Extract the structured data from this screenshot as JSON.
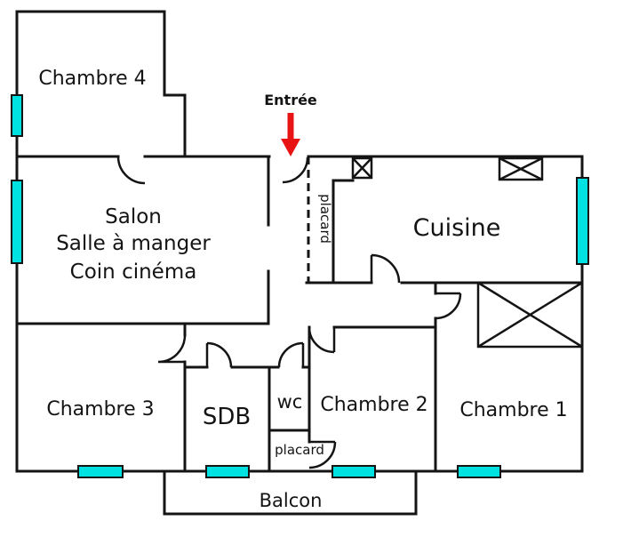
{
  "plan": {
    "rooms": {
      "chambre4": "Chambre 4",
      "salon": [
        "Salon",
        "Salle à manger",
        "Coin cinéma"
      ],
      "cuisine": "Cuisine",
      "chambre3": "Chambre 3",
      "sdb": "SDB",
      "wc": "wc",
      "chambre2": "Chambre 2",
      "chambre1": "Chambre 1",
      "balcon": "Balcon"
    },
    "annotations": {
      "entree": "Entrée",
      "placard_entree": "placard",
      "placard_bas": "placard"
    },
    "colors": {
      "wall": "#141414",
      "window": "#00e2e2",
      "accent_text": "#4a4ace",
      "arrow": "#e81414",
      "background": "#ffffff"
    }
  }
}
